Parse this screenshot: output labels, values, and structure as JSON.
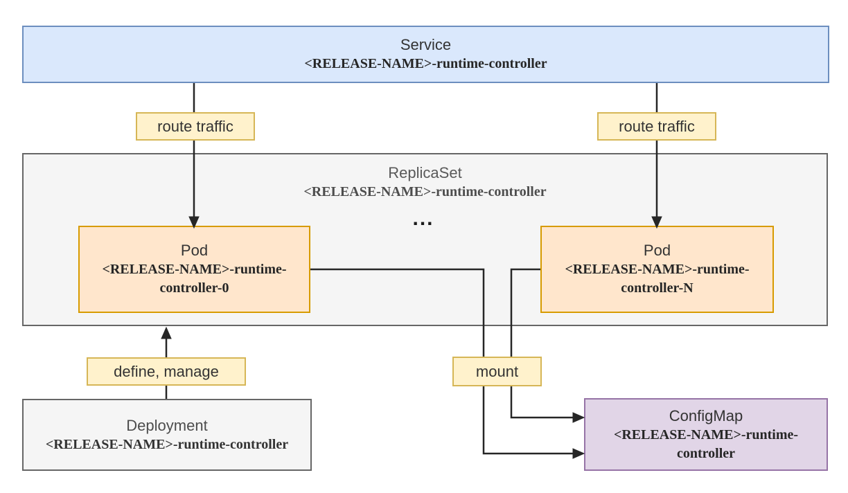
{
  "nodes": {
    "service": {
      "title": "Service",
      "subtitle": "<RELEASE-NAME>-runtime-controller"
    },
    "replicaset": {
      "title": "ReplicaSet",
      "subtitle": "<RELEASE-NAME>-runtime-controller"
    },
    "pod_0": {
      "title": "Pod",
      "subtitle": "<RELEASE-NAME>-runtime-controller-0"
    },
    "pod_n": {
      "title": "Pod",
      "subtitle": "<RELEASE-NAME>-runtime-controller-N"
    },
    "deployment": {
      "title": "Deployment",
      "subtitle": "<RELEASE-NAME>-runtime-controller"
    },
    "configmap": {
      "title": "ConfigMap",
      "subtitle": "<RELEASE-NAME>-runtime-controller"
    }
  },
  "edge_labels": {
    "route_traffic_left": "route traffic",
    "route_traffic_right": "route traffic",
    "define_manage": "define, manage",
    "mount": "mount"
  },
  "ellipsis": "...",
  "colors": {
    "service_fill": "#dae8fc",
    "service_stroke": "#6c8ebf",
    "pod_fill": "#ffe6cc",
    "pod_stroke": "#d79b00",
    "gray_fill": "#f5f5f5",
    "gray_stroke": "#666666",
    "configmap_fill": "#e1d5e7",
    "configmap_stroke": "#9673a6",
    "label_fill": "#fff2cc",
    "label_stroke": "#d6b656",
    "connector": "#262626",
    "background": "#ffffff"
  }
}
